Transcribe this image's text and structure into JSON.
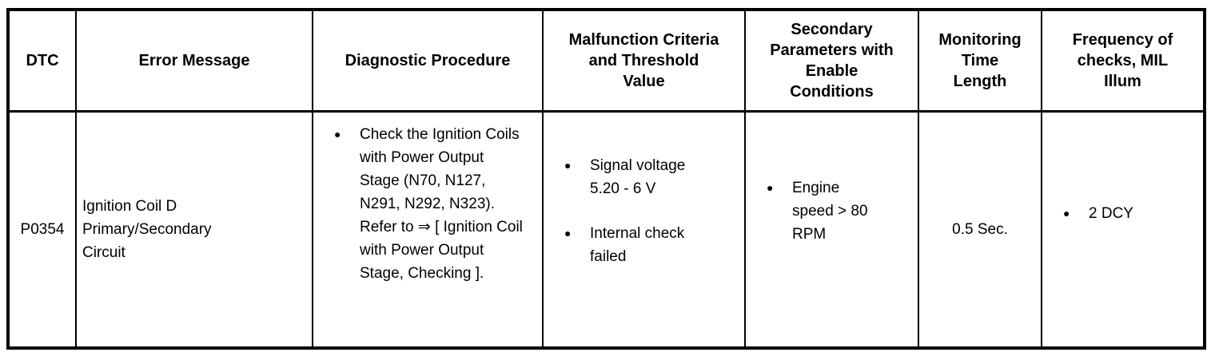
{
  "glyphs": {
    "bullet": "●"
  },
  "table": {
    "headers": [
      "DTC",
      "Error Message",
      "Diagnostic Procedure",
      "Malfunction Criteria\nand Threshold\nValue",
      "Secondary\nParameters with\nEnable\nConditions",
      "Monitoring\nTime\nLength",
      "Frequency of\nchecks, MIL\nIllum"
    ],
    "row": {
      "dtc": "P0354",
      "error_message": "Ignition Coil D Primary/Secondary Circuit",
      "diagnostic_procedure": [
        "Check the Ignition Coils with Power Output Stage (N70, N127, N291, N292, N323). Refer to ⇒ [ Ignition Coil with Power Output Stage, Checking ]."
      ],
      "malfunction_criteria": [
        "Signal voltage 5.20 - 6 V",
        "Internal check failed"
      ],
      "secondary_parameters": [
        "Engine speed > 80 RPM"
      ],
      "monitoring_time": "0.5 Sec.",
      "frequency_of_checks": [
        "2 DCY"
      ]
    }
  }
}
